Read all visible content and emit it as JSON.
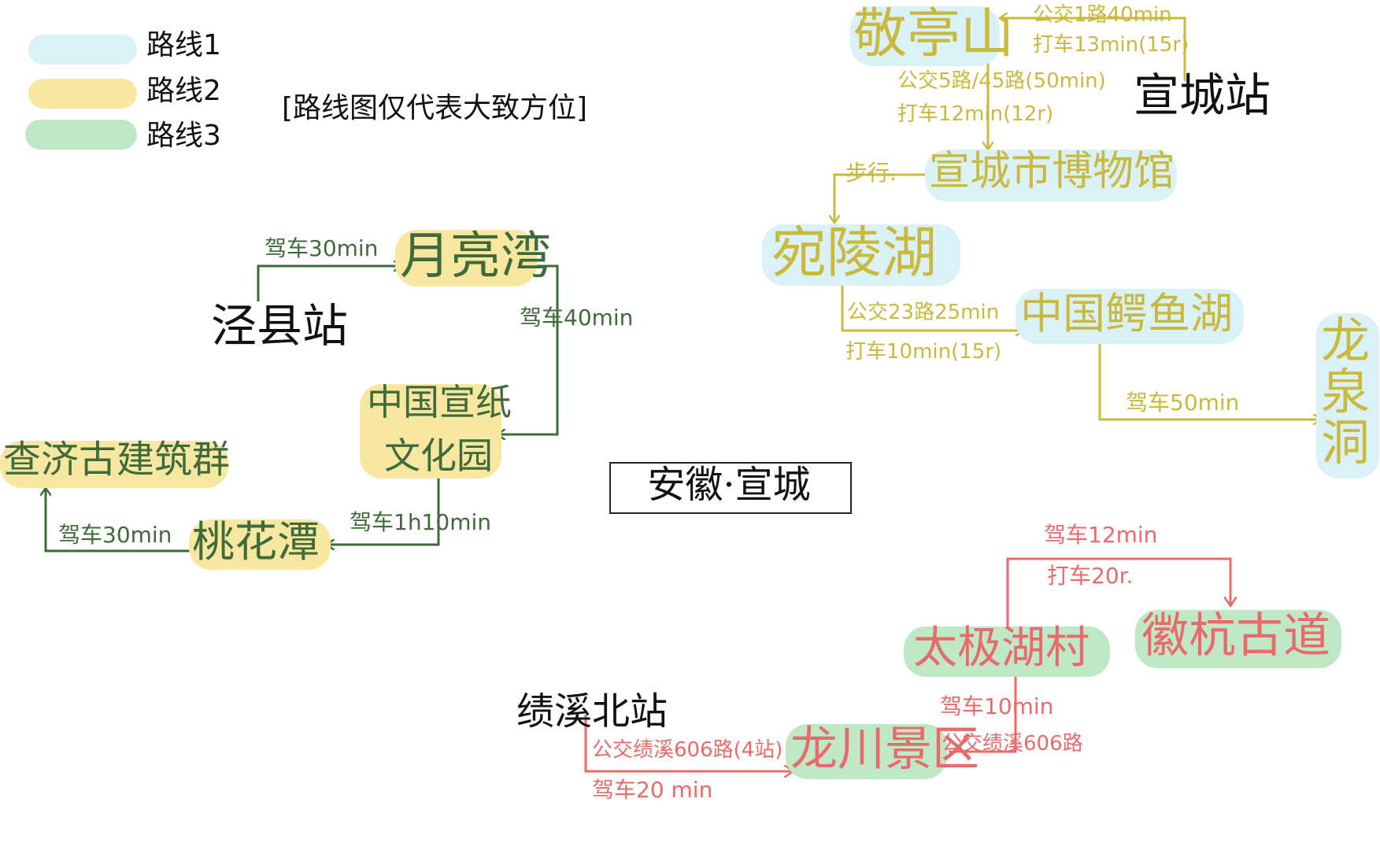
{
  "title": "安徽·宣城",
  "note": "[路线图仅代表大致方位]",
  "colors": {
    "route1_marker": "#daf1f8",
    "route2_marker": "#f7e7a0",
    "route3_marker": "#bfe8c6",
    "green_ink": "#3f6b3a",
    "yellow_ink": "#c9b93d",
    "red_ink": "#e86a6a",
    "black_ink": "#111111"
  },
  "legend": [
    {
      "label": "路线1",
      "swatch": "#daf1f8"
    },
    {
      "label": "路线2",
      "swatch": "#f7e7a0"
    },
    {
      "label": "路线3",
      "swatch": "#bfe8c6"
    }
  ],
  "green_route": {
    "start": "泾县站",
    "nodes": [
      "月亮湾",
      "中国宣纸",
      "文化园",
      "桃花潭",
      "查济古建筑群"
    ],
    "edges": [
      "驾车30min",
      "驾车40min",
      "驾车1h10min",
      "驾车30min"
    ]
  },
  "yellow_route": {
    "start": "宣城站",
    "nodes": [
      "敬亭山",
      "宣城市博物馆",
      "宛陵湖",
      "中国鳄鱼湖",
      "龙泉洞"
    ],
    "edges": {
      "to_jingting_1": "公交1路40min",
      "to_jingting_2": "打车13min(15r)",
      "to_museum_1": "公交5路/45路(50min)",
      "to_museum_2": "打车12min(12r)",
      "to_wanling": "步行.",
      "to_crocodile_1": "公交23路25min",
      "to_crocodile_2": "打车10min(15r)",
      "to_longquan": "驾车50min"
    }
  },
  "red_route": {
    "start": "绩溪北站",
    "nodes": [
      "龙川景区",
      "太极湖村",
      "徽杭古道"
    ],
    "edges": {
      "to_longchuan_1": "公交绩溪606路(4站)",
      "to_longchuan_2": "驾车20 min",
      "to_taiji_1": "驾车10min",
      "to_taiji_2": "公交绩溪606路",
      "to_huihang_1": "驾车12min",
      "to_huihang_2": "打车20r."
    }
  }
}
